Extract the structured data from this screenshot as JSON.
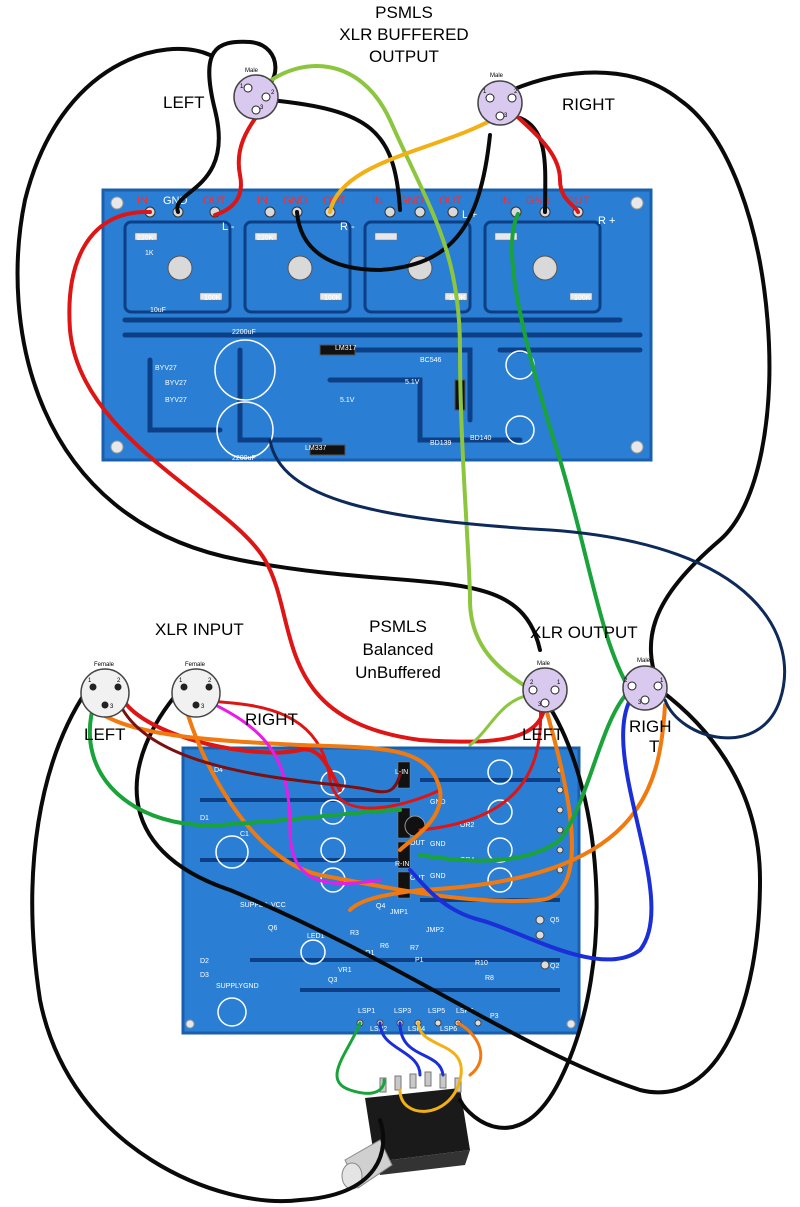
{
  "top_board": {
    "title_lines": [
      "PSMLS",
      "XLR  BUFFERED",
      "OUTPUT"
    ],
    "connector_left_label": "LEFT",
    "connector_right_label": "RIGHT",
    "connector_gender": "Male",
    "pin_labels": [
      "1",
      "2",
      "3"
    ],
    "header_labels": [
      "IN",
      "GND",
      "OUT",
      "IN",
      "GND",
      "OUT",
      "IN",
      "GND",
      "OUT",
      "IN",
      "GND",
      "OUT"
    ],
    "rail_labels": [
      "L -",
      "R -",
      "L +",
      "R +"
    ],
    "component_labels": [
      "2200uF",
      "2200uF",
      "LM317",
      "LM337",
      "BYV27",
      "BYV27",
      "BYV27",
      "100K",
      "100K",
      "100K",
      "100K",
      "220K",
      "220K",
      "1K",
      "10uF",
      "5.1V",
      "5.1V",
      "BC546",
      "BD139",
      "BD140"
    ]
  },
  "bottom_board": {
    "title_lines": [
      "PSMLS",
      "Balanced",
      "UnBuffered"
    ],
    "input_label": "XLR  INPUT",
    "output_label": "XLR  OUTPUT",
    "input_left_label": "LEFT",
    "input_right_label": "RIGHT",
    "output_left_label": "LEFT",
    "output_right_label_lines": [
      "RIGH",
      "T"
    ],
    "input_connector_gender": "Female",
    "output_connector_gender": "Male",
    "pin_labels": [
      "1",
      "2",
      "3"
    ],
    "silk_labels": [
      "SUPPLY_VCC",
      "SUPPLYGND",
      "GND",
      "GND",
      "GND",
      "OUT",
      "OUT",
      "L-IN",
      "R-IN",
      "JMP1",
      "JMP2",
      "LED1",
      "VR1",
      "Q1",
      "Q2",
      "Q3",
      "Q4",
      "Q5",
      "Q6",
      "R3",
      "R6",
      "R7",
      "R8",
      "R10",
      "P1",
      "P3",
      "D1",
      "D2",
      "D3",
      "D4",
      "C1",
      "OR2",
      "OR4"
    ],
    "selector_labels": [
      "LSP1",
      "LSP2",
      "LSP3",
      "LSP4",
      "LSP5",
      "LSP6",
      "LSP7"
    ]
  },
  "wire_colors": {
    "black": "#0a0a0a",
    "red": "#dd1515",
    "light_green": "#8cc63f",
    "green": "#19a33a",
    "yellow_orange": "#f2b015",
    "orange": "#f07a10",
    "dark_blue": "#0d2a5a",
    "blue": "#1a2fd8",
    "magenta": "#e81ce8",
    "dark_red": "#7a1010"
  },
  "pcb_colors": {
    "board": "#2a7fd4",
    "board_dark": "#1a5fae",
    "trace": "#0d3f86",
    "silk": "#ffffff"
  }
}
